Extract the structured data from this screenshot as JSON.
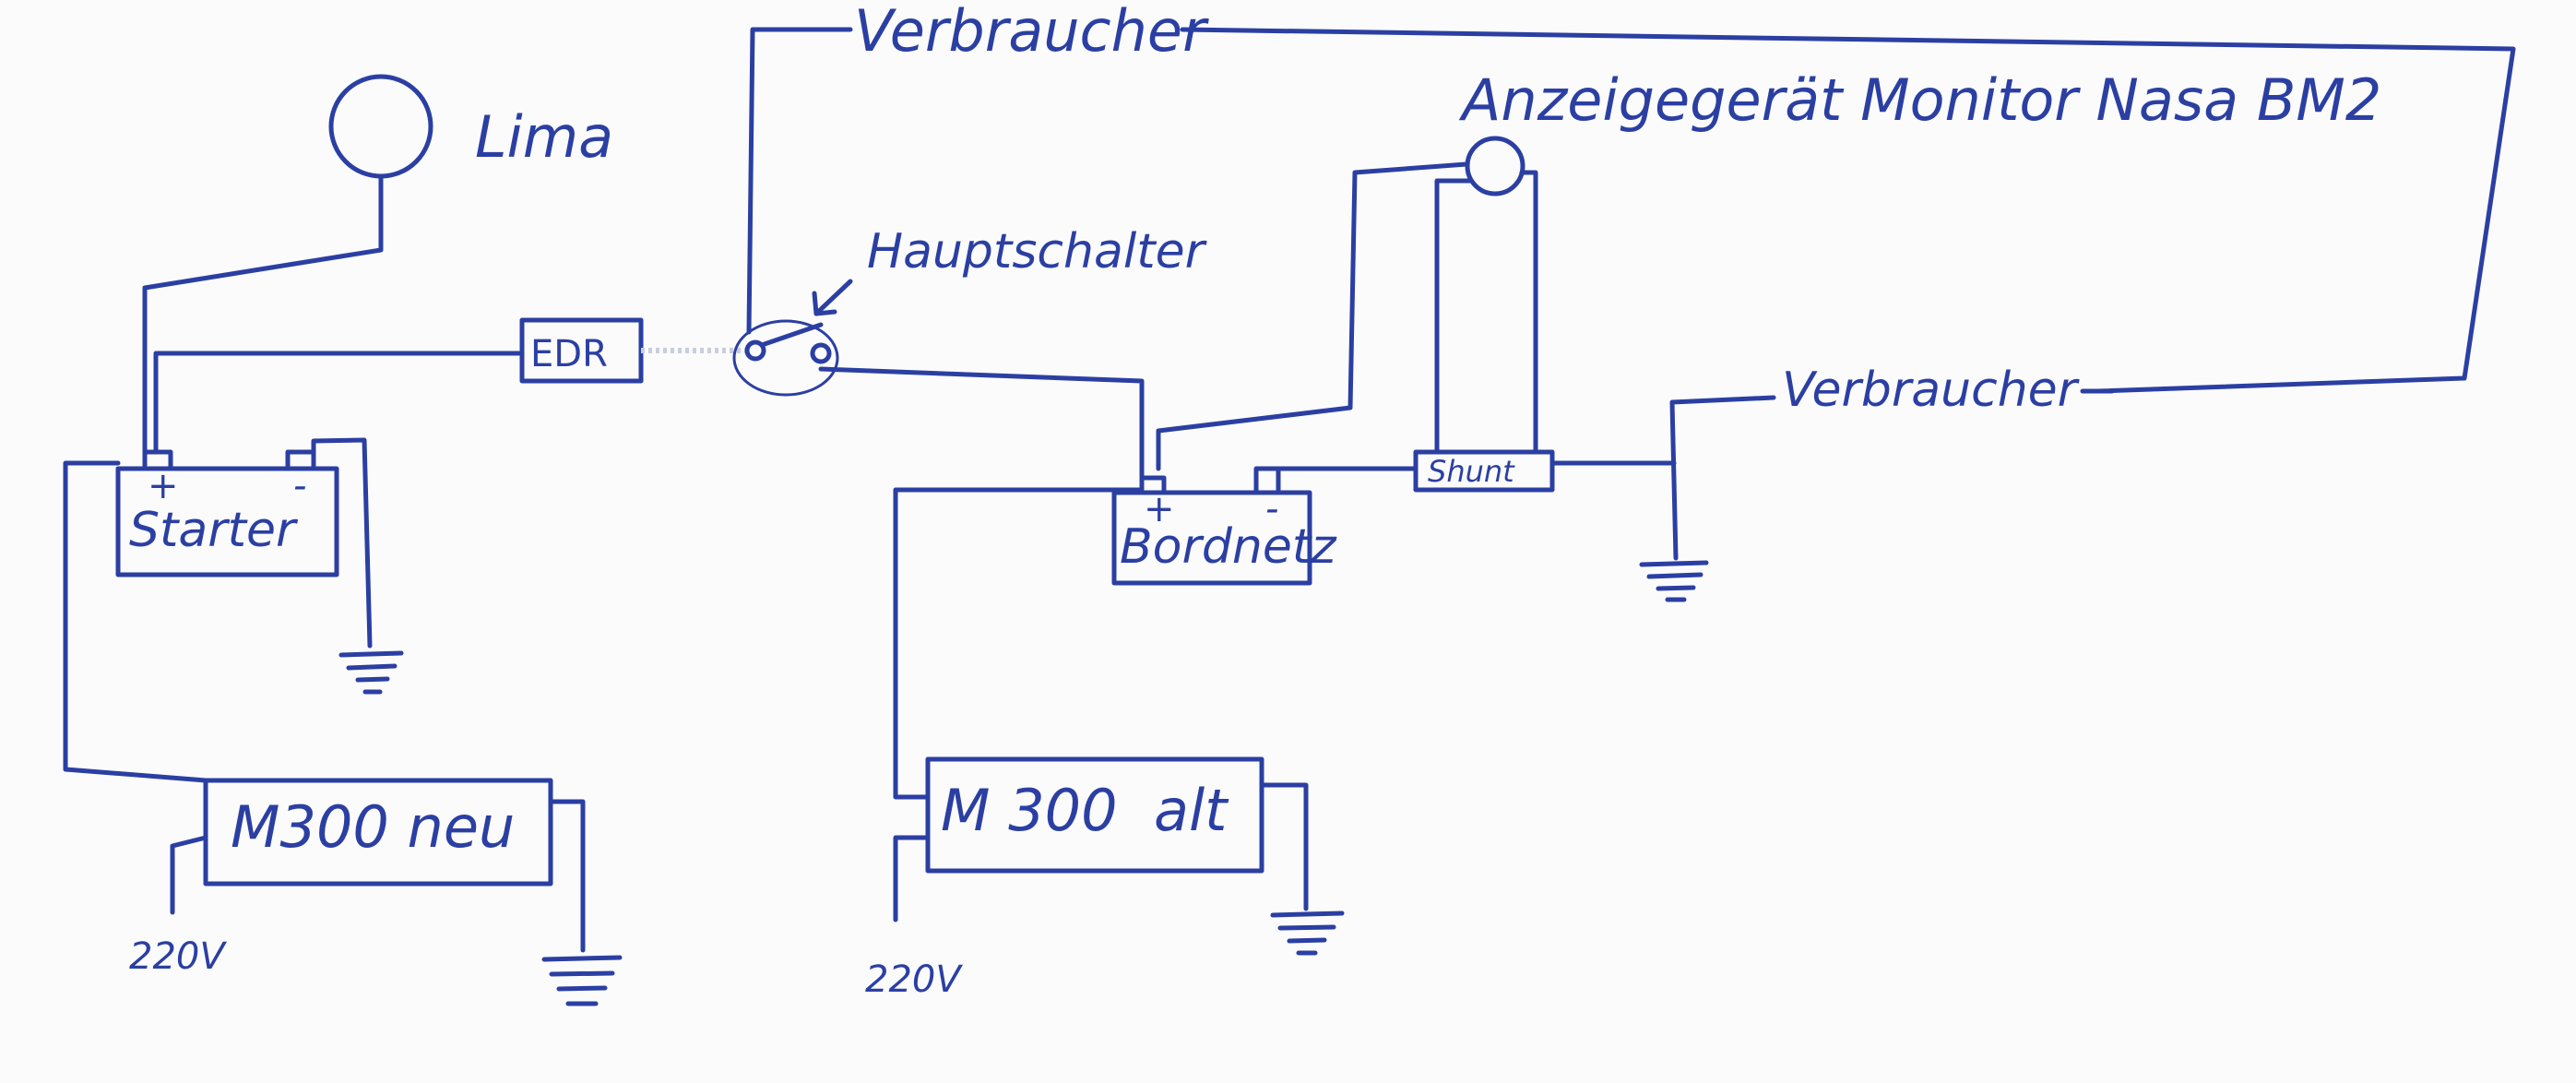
{
  "colors": {
    "ink": "#2b3fa3",
    "paper": "#fbfbfb"
  },
  "labels": {
    "lima": "Lima",
    "starter": "Starter",
    "starter_plus": "+",
    "starter_minus": "-",
    "edr": "EDR",
    "hauptschalter": "Hauptschalter",
    "verbraucher_top": "Verbraucher",
    "verbraucher_right": "Verbraucher",
    "anzeigegeraet": "Anzeigegerät Monitor Nasa BM2",
    "shunt": "Shunt",
    "bordnetz": "Bordnetz",
    "bordnetz_plus": "+",
    "bordnetz_minus": "-",
    "m300_neu": "M300 neu",
    "m300_alt": "M 300  alt",
    "v220_left": "220V",
    "v220_mid": "220V"
  }
}
